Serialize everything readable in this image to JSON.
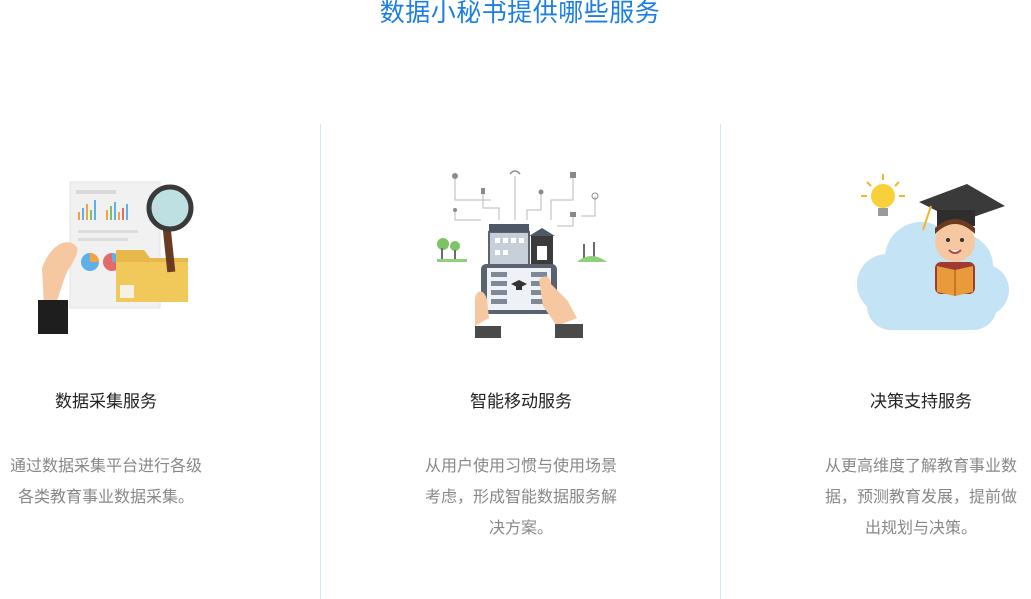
{
  "page": {
    "title": "数据小秘书提供哪些服务"
  },
  "services": [
    {
      "title": "数据采集服务",
      "desc_lines": [
        "通过数据采集平台进行各级",
        "各类教育事业数据采集。"
      ],
      "icon": "data-collection-illustration"
    },
    {
      "title": "智能移动服务",
      "desc_lines": [
        "从用户使用习惯与使用场景",
        "考虑，形成智能数据服务解",
        "决方案。"
      ],
      "icon": "smart-mobile-illustration"
    },
    {
      "title": "决策支持服务",
      "desc_lines": [
        "从更高维度了解教育事业数",
        "据，预测教育发展，提前做",
        "出规划与决策。"
      ],
      "icon": "decision-support-illustration"
    }
  ],
  "colors": {
    "title": "#1a7ee6",
    "divider": "#d6e6f5",
    "desc": "#888888"
  }
}
